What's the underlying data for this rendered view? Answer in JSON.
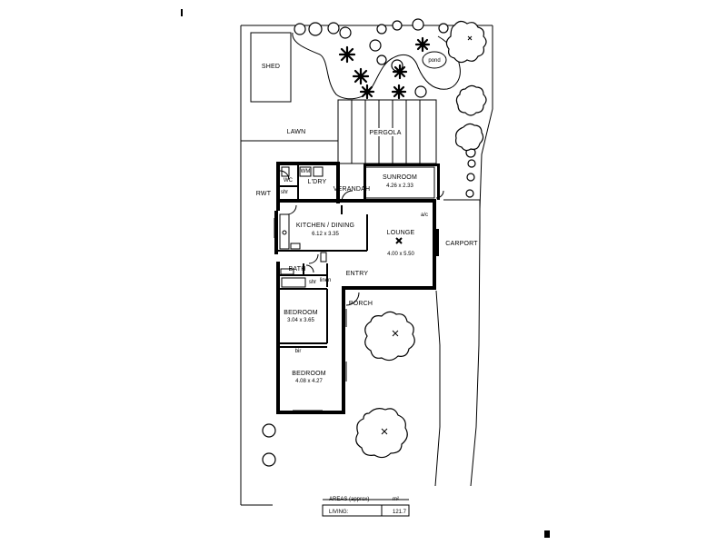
{
  "site": {
    "shed": "SHED",
    "lawn": "LAWN",
    "pergola": "PERGOLA",
    "pond": "pond",
    "carport": "CARPORT",
    "rwt": "RWT",
    "porch": "PORCH",
    "entry": "ENTRY",
    "verandah": "VERANDAH"
  },
  "rooms": {
    "wc": "WC",
    "ldry": "L'DRY",
    "wm": "WM",
    "sunroom": {
      "name": "SUNROOM",
      "size": "4.26 x 2.33"
    },
    "kitchen": {
      "name": "KITCHEN / DINING",
      "size": "6.12 x 3.35"
    },
    "lounge": {
      "name": "LOUNGE",
      "size": "4.00 x 5.50"
    },
    "bath": "BATH",
    "bedroom1": {
      "name": "BEDROOM",
      "size": "3.04 x 3.65"
    },
    "bedroom2": {
      "name": "BEDROOM",
      "size": "4.08 x 4.27"
    }
  },
  "fixtures": {
    "shr_laundry": "shr",
    "shr_bath": "shr",
    "linen": "linen",
    "robe": "bir",
    "ac": "a/c"
  },
  "areas_table": {
    "header": "AREAS (approx)",
    "unit": "m²",
    "rows": [
      {
        "label": "LIVING:",
        "value": "121.7"
      }
    ]
  }
}
